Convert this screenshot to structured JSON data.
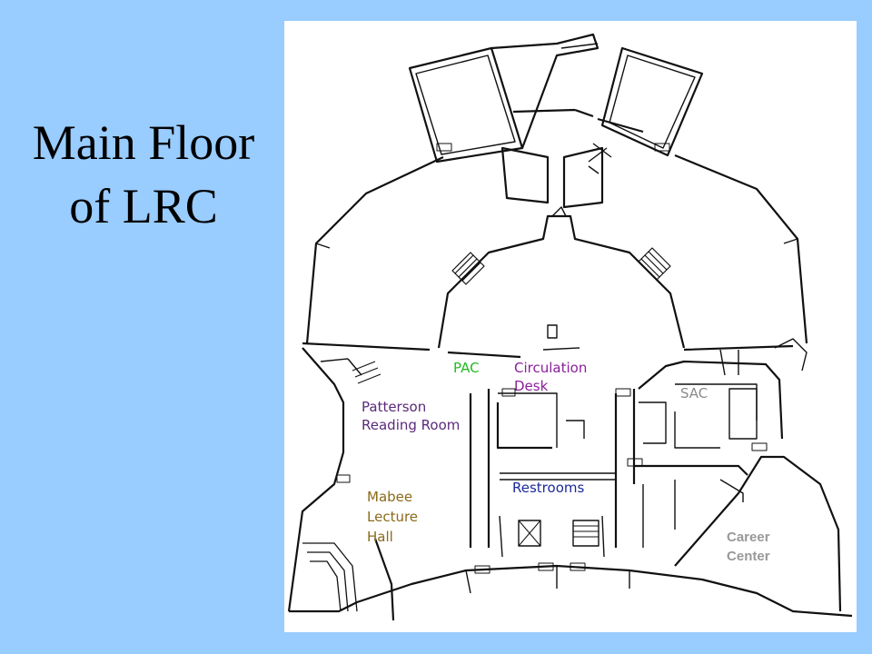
{
  "slide": {
    "title_line1": "Main Floor",
    "title_line2": "of LRC",
    "background_color": "#99ccff"
  },
  "floor_plan": {
    "labels": {
      "pac": "PAC",
      "circulation_line1": "Circulation",
      "circulation_line2": "Desk",
      "sac": "SAC",
      "patterson_line1": "Patterson",
      "patterson_line2": "Reading Room",
      "restrooms": "Restrooms",
      "mabee_line1": "Mabee",
      "mabee_line2": "Lecture",
      "mabee_line3": "Hall",
      "career_line1": "Career",
      "career_line2": "Center"
    },
    "colors": {
      "pac": "#22bb22",
      "circulation": "#8a1f9a",
      "sac": "#8a8a8a",
      "patterson": "#5a2a7a",
      "restrooms": "#1a2a9a",
      "mabee": "#8a6a1a",
      "career": "#999999"
    }
  }
}
